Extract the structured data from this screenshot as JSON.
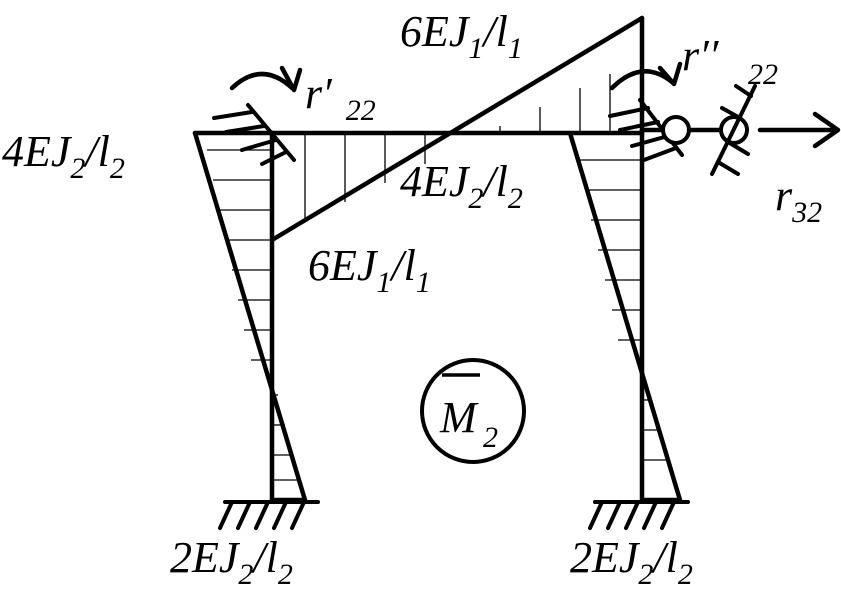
{
  "diagram": {
    "title_symbol": "M",
    "title_subscript": "2",
    "labels": {
      "top_left_moment": {
        "base": "4EJ",
        "s1": "2",
        "mid": "/l",
        "s2": "2"
      },
      "top_right_apex": {
        "base": "6EJ",
        "s1": "1",
        "mid": "/l",
        "s2": "1"
      },
      "beam_left_low": {
        "base": "6EJ",
        "s1": "1",
        "mid": "/l",
        "s2": "1"
      },
      "beam_right_mid": {
        "base": "4EJ",
        "s1": "2",
        "mid": "/l",
        "s2": "2"
      },
      "bottom_left": {
        "base": "2EJ",
        "s1": "2",
        "mid": "/l",
        "s2": "2"
      },
      "bottom_right": {
        "base": "2EJ",
        "s1": "2",
        "mid": "/l",
        "s2": "2"
      },
      "r_prime": {
        "base": "r",
        "prime": "′",
        "sub": "22"
      },
      "r_double_prime": {
        "base": "r",
        "prime": "′′",
        "sub": "22"
      },
      "r32": {
        "base": "r",
        "sub": "32"
      }
    }
  }
}
